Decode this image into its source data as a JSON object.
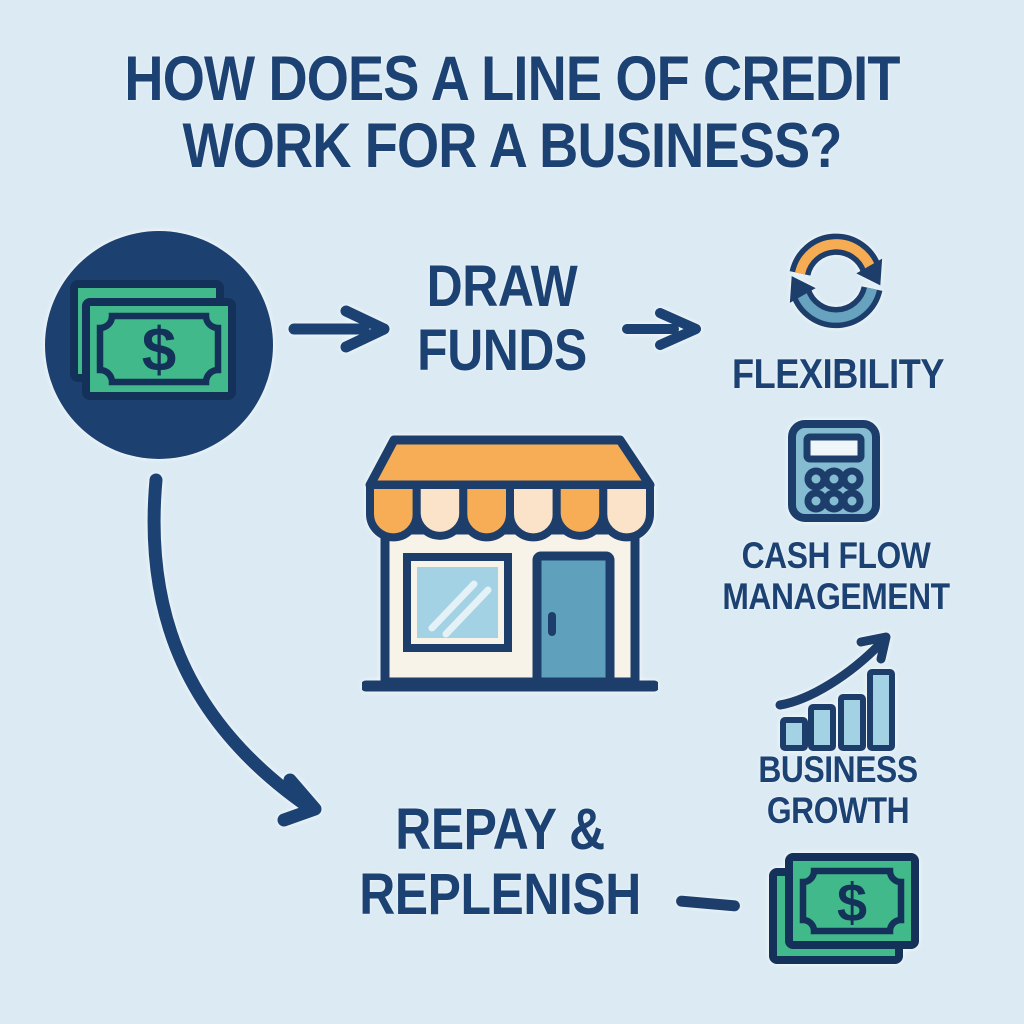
{
  "title": {
    "line1": "HOW DOES A LINE OF CREDIT",
    "line2": "WORK FOR A BUSINESS?"
  },
  "flow": {
    "source_icon": "money-bills-circle-icon",
    "business_icon": "storefront-icon",
    "step1": {
      "line1": "DRAW",
      "line2": "FUNDS"
    },
    "step2": {
      "line1": "REPAY &",
      "line2": "REPLENISH"
    }
  },
  "benefits": [
    {
      "icon": "refresh-cycle-icon",
      "lines": [
        "FLEXIBILITY"
      ]
    },
    {
      "icon": "calculator-icon",
      "lines": [
        "CASH FLOW",
        "MANAGEMENT"
      ]
    },
    {
      "icon": "growth-chart-icon",
      "lines": [
        "BUSINESS",
        "GROWTH"
      ]
    }
  ],
  "money": {
    "symbol": "$"
  },
  "colors": {
    "background": "#dbeaf3",
    "text_navy": "#1c4173",
    "outline_navy": "#1d3e6b",
    "bill_green": "#42b98a",
    "bill_border": "#14315a",
    "circle_navy": "#1c4170",
    "orange": "#f6ad55",
    "cream": "#fbe3c9",
    "teal": "#67a3bf",
    "door_teal": "#5fa0bd",
    "calculator_body": "#85bcd2",
    "light_blue_fill": "#a2d2e4",
    "storefront_body": "#f8f3e9"
  }
}
